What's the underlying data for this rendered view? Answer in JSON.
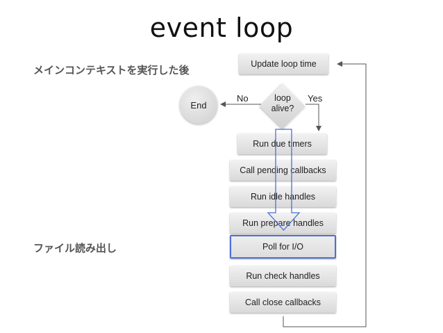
{
  "title": "event loop",
  "notes": {
    "after_main": "メインコンテキストを実行した後",
    "file_read": "ファイル読み出し"
  },
  "nodes": {
    "update_loop_time": "Update loop time",
    "loop_alive": [
      "loop",
      "alive?"
    ],
    "end": "End",
    "run_due_timers": "Run due timers",
    "call_pending_callbacks": "Call pending callbacks",
    "run_idle_handles": "Run idle handles",
    "run_prepare_handles": "Run prepare handles",
    "poll_for_io": "Poll for I/O",
    "run_check_handles": "Run check handles",
    "call_close_callbacks": "Call close callbacks"
  },
  "edge_labels": {
    "no": "No",
    "yes": "Yes"
  },
  "colors": {
    "highlight_border": "#4a6fd6",
    "flow_arrow": "#4a6fd6",
    "connector": "#555555",
    "note_text": "#555555"
  }
}
